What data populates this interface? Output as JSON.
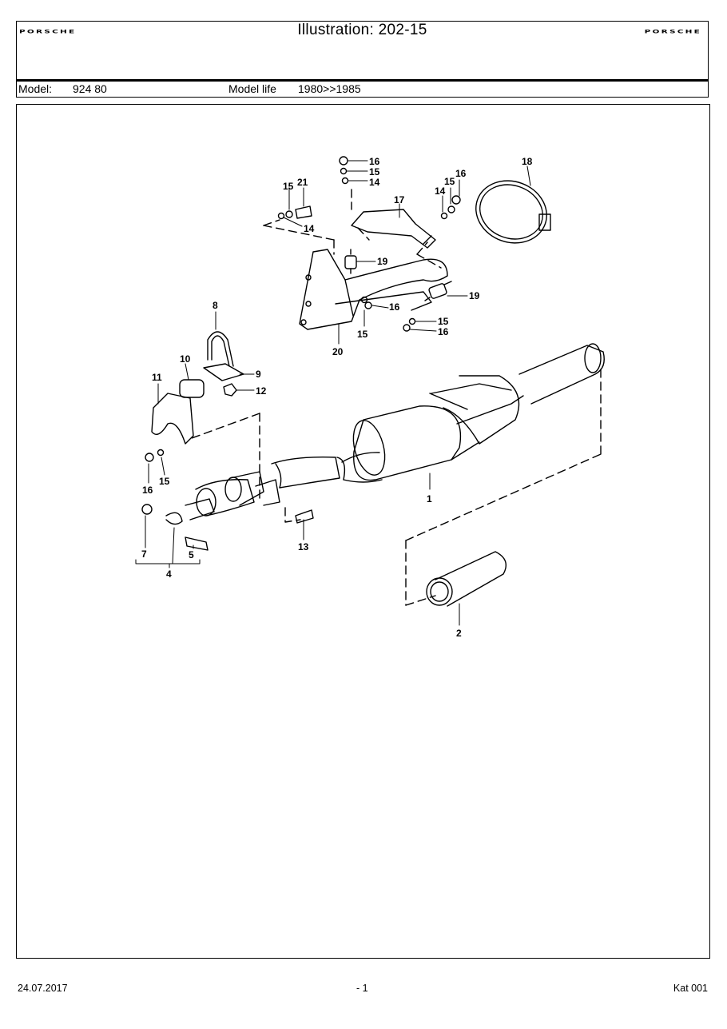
{
  "header": {
    "brand_left": "PORSCHE",
    "brand_right": "PORSCHE",
    "title": "Illustration: 202-15",
    "model_label": "Model:",
    "model_value": "924 80",
    "model_life_label": "Model life",
    "model_life_value": "1980>>1985"
  },
  "callouts": {
    "c1": "1",
    "c2": "2",
    "c4": "4",
    "c5": "5",
    "c7": "7",
    "c8": "8",
    "c9": "9",
    "c10": "10",
    "c11": "11",
    "c12": "12",
    "c13": "13",
    "c14a": "14",
    "c14b": "14",
    "c14c": "14",
    "c15a": "15",
    "c15b": "15",
    "c15c": "15",
    "c15d": "15",
    "c15e": "15",
    "c15f": "15",
    "c16a": "16",
    "c16b": "16",
    "c16c": "16",
    "c16d": "16",
    "c16e": "16",
    "c17": "17",
    "c18": "18",
    "c19a": "19",
    "c19b": "19",
    "c20": "20",
    "c21": "21"
  },
  "footer": {
    "date": "24.07.2017",
    "page": "- 1",
    "catalog": "Kat 001"
  }
}
